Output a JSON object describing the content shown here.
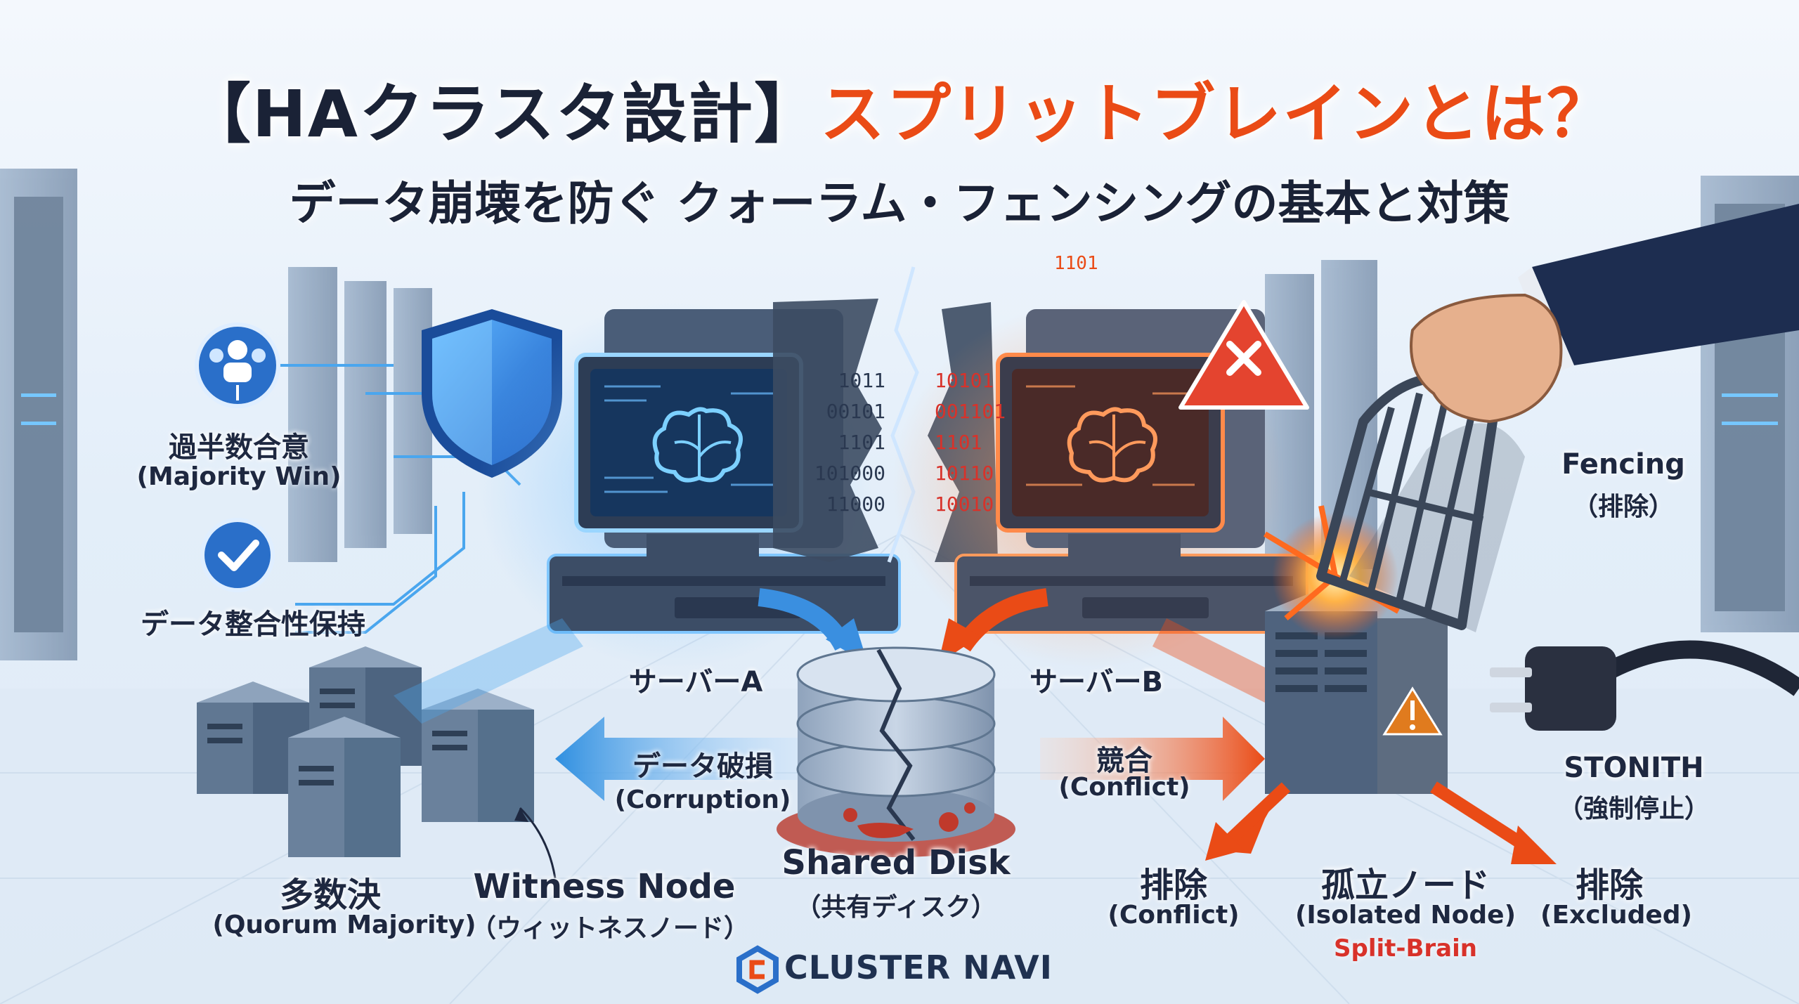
{
  "title": {
    "prefix": "【HAクラスタ設計】",
    "highlight": "スプリットブレインとは？",
    "subtitle": "データ崩壊を防ぐ クォーラム・フェンシングの基本と対策"
  },
  "left_panel": {
    "majority_label": "過半数合意",
    "majority_sub": "(Majority Win)",
    "integrity_label": "データ整合性保持"
  },
  "servers": {
    "a_label": "サーバーA",
    "b_label": "サーバーB",
    "binary_left": [
      "1011",
      "00101",
      "1101",
      "101000",
      "11000"
    ],
    "binary_right": [
      "1101",
      "10101",
      "001101",
      "1101",
      "10110",
      "10010"
    ]
  },
  "arrows": {
    "corruption_label": "データ破損",
    "corruption_sub": "(Corruption)",
    "conflict_label": "競合",
    "conflict_sub": "(Conflict)"
  },
  "disk": {
    "label": "Shared Disk",
    "sub": "（共有ディスク）"
  },
  "quorum": {
    "label": "多数決",
    "sub": "(Quorum Majority)",
    "witness_label": "Witness Node",
    "witness_sub": "（ウィットネスノード）"
  },
  "fencing": {
    "label": "Fencing",
    "sub": "（排除）",
    "stonith_label": "STONITH",
    "stonith_sub": "（強制停止）"
  },
  "isolated": {
    "left_label": "排除",
    "left_sub": "(Conflict)",
    "center_label": "孤立ノード",
    "center_sub": "(Isolated Node)",
    "center_tag": "Split-Brain",
    "right_label": "排除",
    "right_sub": "(Excluded)"
  },
  "brand": {
    "name": "CLUSTER NAVI"
  },
  "colors": {
    "accent_blue": "#2f8fe0",
    "accent_orange": "#ea4b16",
    "warning_red": "#d8322a",
    "bg": "#e6f0fa"
  },
  "icons": [
    "users-icon",
    "check-icon",
    "shield-icon",
    "brain-icon",
    "warning-icon",
    "lightning-crack-icon",
    "disk-icon",
    "plug-icon",
    "hand-icon",
    "cage-icon"
  ]
}
